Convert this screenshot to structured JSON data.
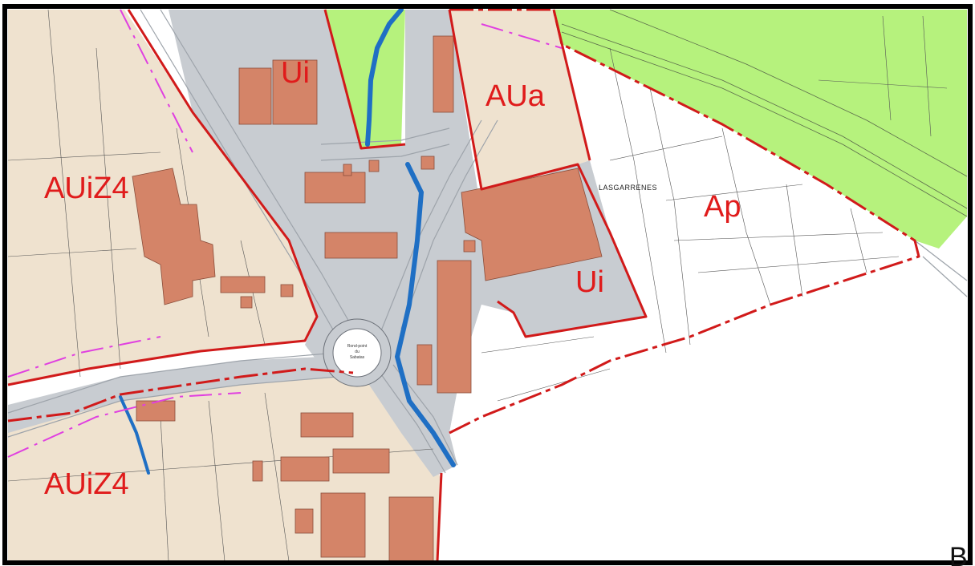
{
  "map": {
    "zones": {
      "ui_top": "Ui",
      "aua": "AUa",
      "auiz4_top": "AUiZ4",
      "auiz4_bottom": "AUiZ4",
      "ap": "Ap",
      "ui_center": "Ui"
    },
    "place_name": "LASGARRENES",
    "roundabout_label_line1": "Rond-point",
    "roundabout_label_line2": "du",
    "roundabout_label_line3": "Sabatas",
    "panel_letter": "B",
    "colors": {
      "zone_boundary": "#d11a1a",
      "zone_label": "#e01b1b",
      "agricultural_green": "#b6f27d",
      "urbanisable_beige": "#efe2cf",
      "industrial_gray": "#c8ccd1",
      "building": "#d48468",
      "water": "#1f6fc4",
      "route_dash": "#e040e0",
      "frame": "#000000"
    }
  }
}
